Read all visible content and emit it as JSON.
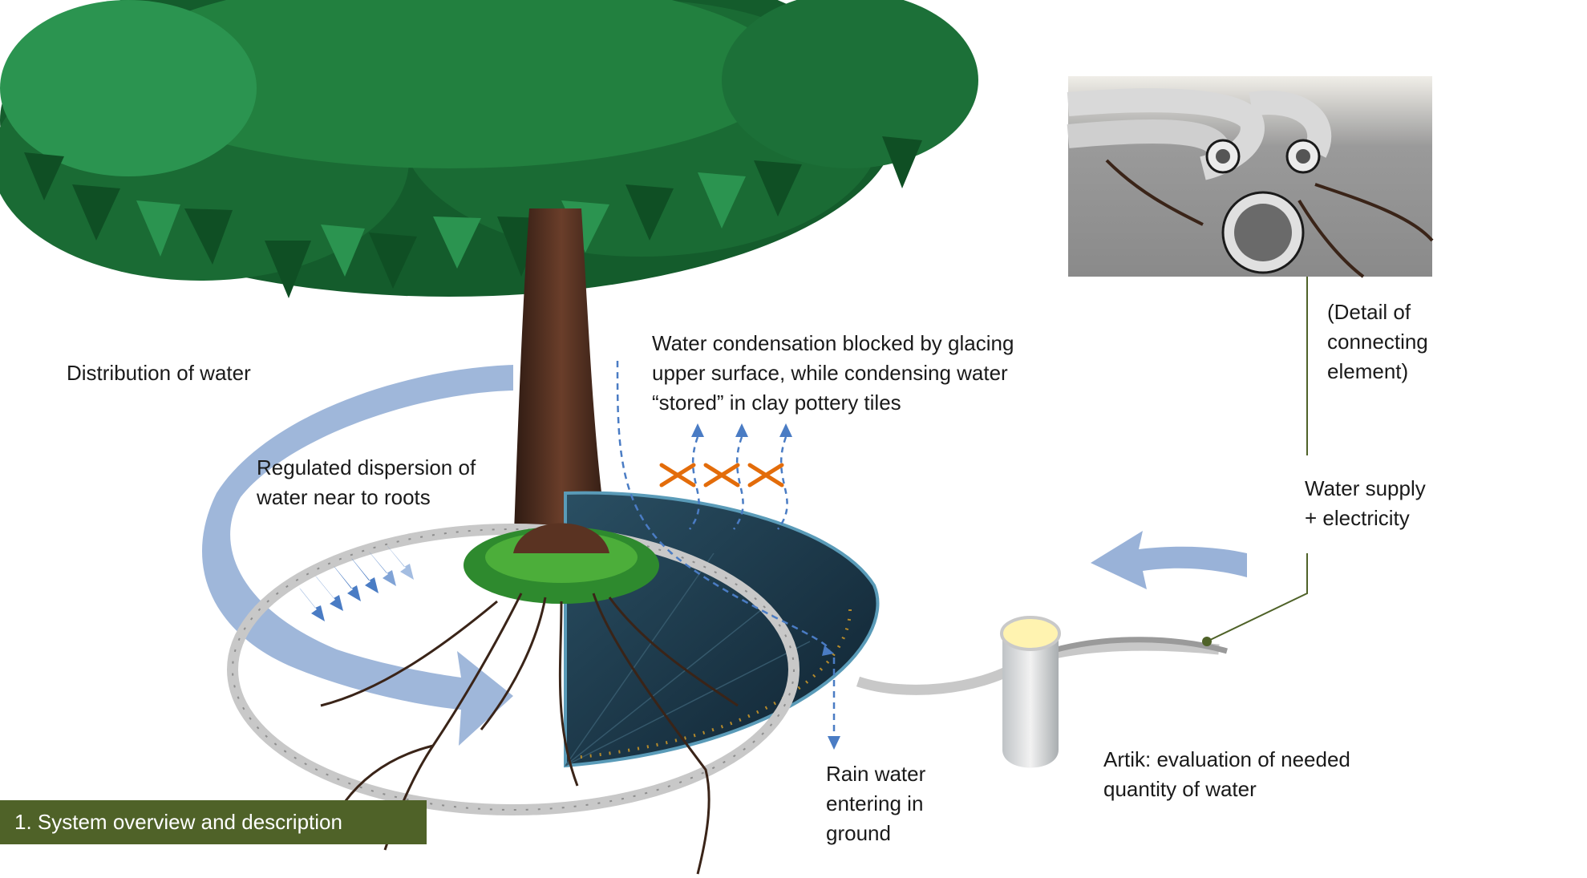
{
  "labels": {
    "distribution": "Distribution of water",
    "dispersion": [
      "Regulated dispersion of",
      "water near to roots"
    ],
    "condensation": [
      "Water condensation blocked by glacing",
      "upper surface, while condensing water",
      "“stored” in clay pottery tiles"
    ],
    "detail": [
      "(Detail of",
      "connecting",
      "element)"
    ],
    "supply": [
      "Water supply",
      "+ electricity"
    ],
    "artik": [
      "Artik: evaluation of needed",
      "quantity of water"
    ],
    "rain": [
      "Rain water",
      "entering in",
      "ground"
    ]
  },
  "footer": "1. System overview and description",
  "colors": {
    "flow_arrow": "#8eaad4",
    "dashed_flow": "#4a7cc4",
    "blocked_mark": "#e36c0a",
    "callout_line": "#4f6228",
    "footer_bg": "#4f6228",
    "foliage": "#1e7a3c",
    "trunk": "#4a2a1c",
    "disc": "#1f3a4a",
    "pipe": "#c8c8c8"
  },
  "icons": [
    "tree-illustration",
    "grass-ring",
    "irrigation-ring",
    "sensor-post",
    "connector-detail-photo"
  ]
}
